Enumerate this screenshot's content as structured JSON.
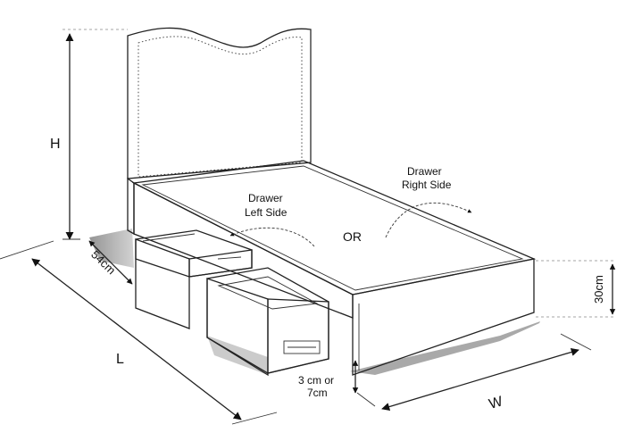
{
  "labels": {
    "height": "H",
    "length": "L",
    "width": "W",
    "depth": "54cm",
    "base_height": "30cm",
    "clearance_line1": "3 cm or",
    "clearance_line2": "7cm",
    "drawer_left_line1": "Drawer",
    "drawer_left_line2": "Left Side",
    "drawer_right_line1": "Drawer",
    "drawer_right_line2": "Right Side",
    "or": "OR"
  },
  "colors": {
    "stroke": "#222222",
    "mattress": "#f7f7f7",
    "shadow": "#9a9a9a",
    "drawer_inside": "#e6e6e6"
  }
}
